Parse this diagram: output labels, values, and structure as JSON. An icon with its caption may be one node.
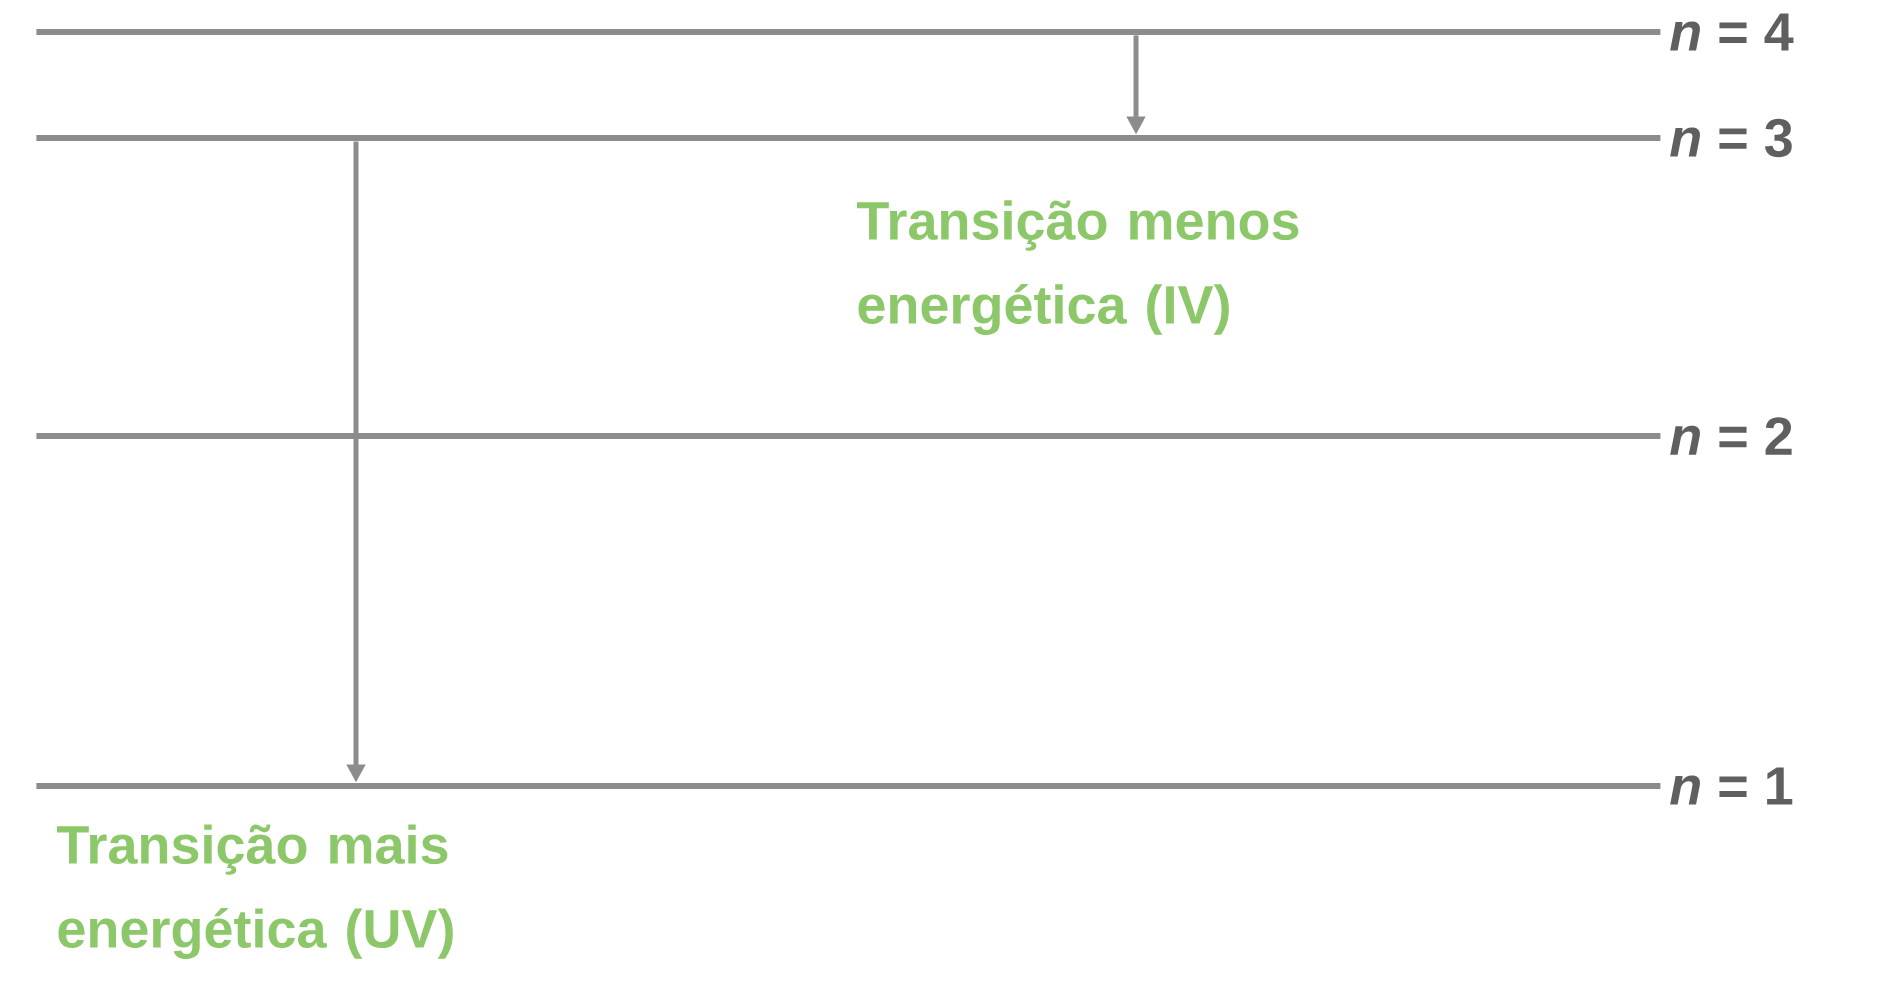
{
  "diagram": {
    "nodes": [
      {
        "text": [
          "*n* = 4"
        ]
      },
      {
        "text": [
          "*n* = 3"
        ]
      },
      {
        "text": [
          "*n* = 2"
        ]
      },
      {
        "text": [
          "*n* = 1"
        ]
      }
    ],
    "edges": [
      {
        "from": 0,
        "to": 1,
        "arrow": "to",
        "label": "Transição menos energética (IV)"
      },
      {
        "from": 1,
        "to": 3,
        "arrow": "to",
        "label": "Transição mais energética (UV)"
      }
    ]
  }
}
